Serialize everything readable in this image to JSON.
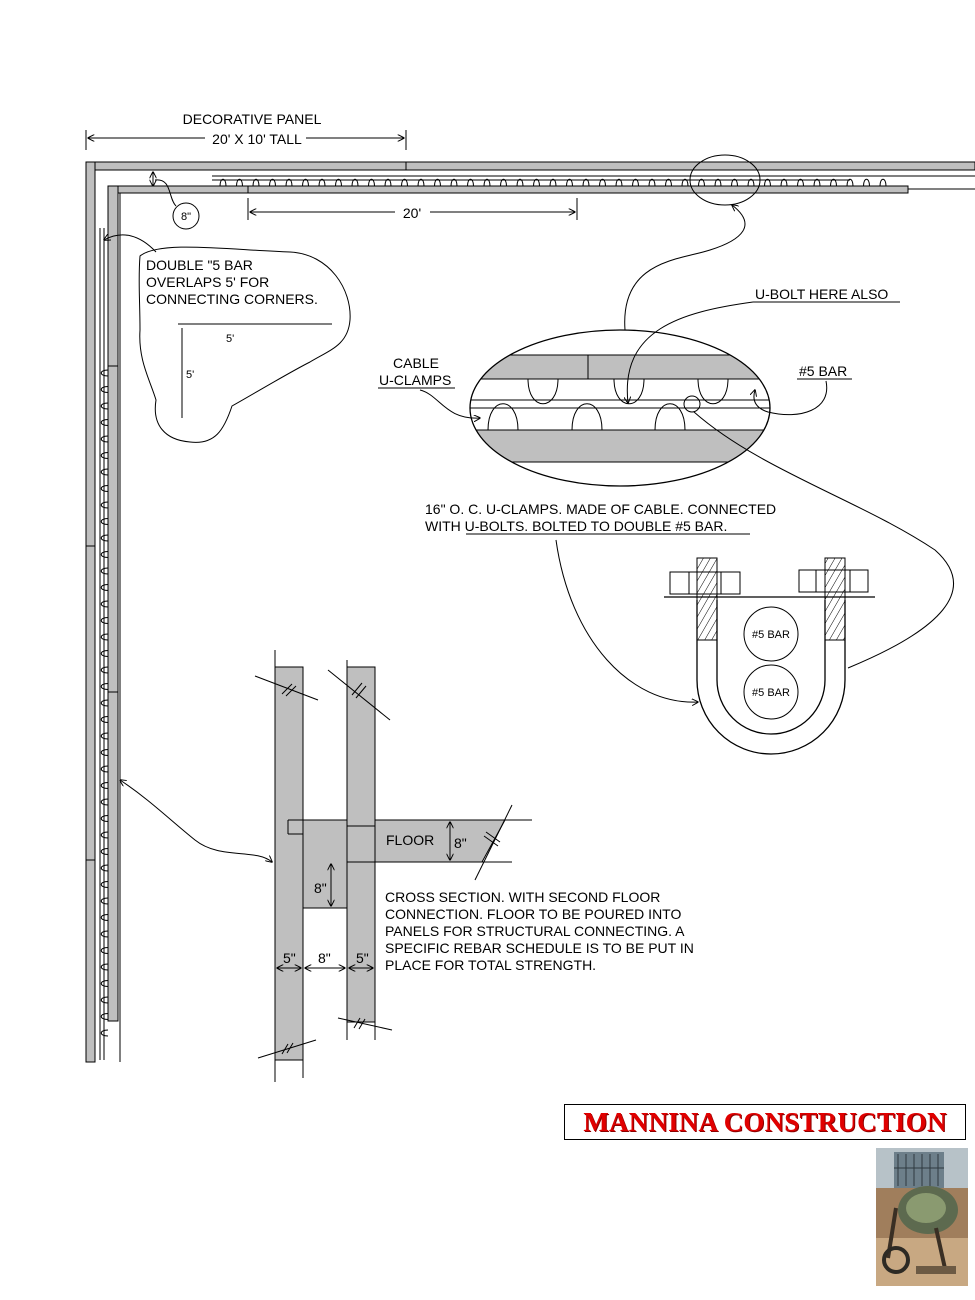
{
  "panel": {
    "title": "DECORATIVE PANEL",
    "size": "20' X 10' TALL",
    "corner_gap": "8\"",
    "span": "20'"
  },
  "corner_note": {
    "text_lines": [
      "DOUBLE \"5 BAR",
      "OVERLAPS 5' FOR",
      "CONNECTING CORNERS."
    ],
    "dim_h": "5'",
    "dim_v": "5'"
  },
  "detail": {
    "ubolt_note": "U-BOLT HERE ALSO",
    "cable_label": "CABLE",
    "uclamps_label": "U-CLAMPS",
    "bar_label": "#5 BAR",
    "clamp_note_lines": [
      "16\" O. C.  U-CLAMPS. MADE OF CABLE. CONNECTED",
      "WITH U-BOLTS. BOLTED TO DOUBLE #5 BAR."
    ]
  },
  "ubolt": {
    "bar_top": "#5 BAR",
    "bar_bottom": "#5 BAR"
  },
  "section": {
    "floor_label": "FLOOR",
    "floor_thickness": "8\"",
    "slab_depth": "8\"",
    "wall_left": "5\"",
    "cavity": "8\"",
    "wall_right": "5\"",
    "note_lines": [
      "CROSS SECTION. WITH SECOND FLOOR",
      "CONNECTION. FLOOR TO BE POURED INTO",
      "PANELS FOR STRUCTURAL CONNECTING. A",
      "SPECIFIC REBAR SCHEDULE IS TO BE PUT IN",
      "PLACE FOR TOTAL STRENGTH."
    ]
  },
  "brand": {
    "name": "MANNINA CONSTRUCTION",
    "color": "#e00000"
  }
}
